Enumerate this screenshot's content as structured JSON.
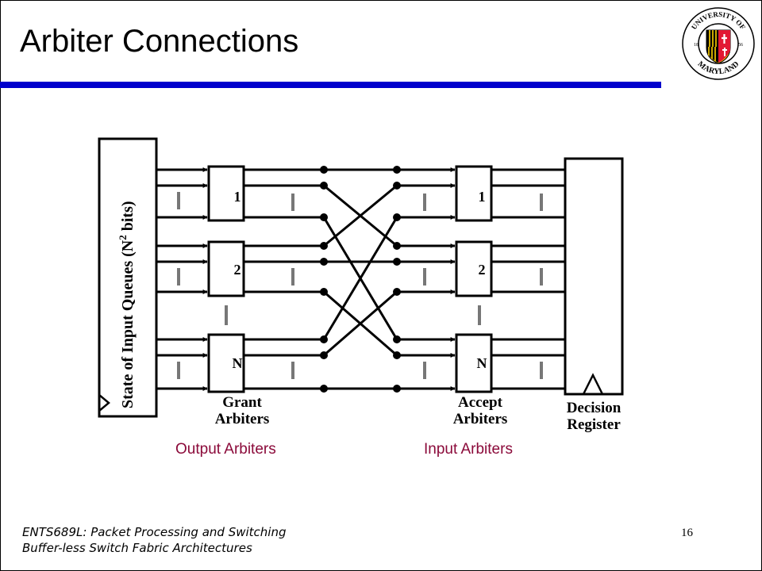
{
  "title": "Arbiter Connections",
  "logo": {
    "icon": "university-of-maryland-seal",
    "top_text": "UNIVERSITY OF",
    "bottom_text": "MARYLAND",
    "year_left": "18",
    "year_right": "56"
  },
  "diagram": {
    "state_label": "State of Input Queues (N",
    "state_superscript": "2",
    "state_label_end": " bits)",
    "grant_labels": [
      "1",
      "2",
      "N"
    ],
    "accept_labels": [
      "1",
      "2",
      "N"
    ],
    "grant_caption": [
      "Grant",
      "Arbiters"
    ],
    "accept_caption": [
      "Accept",
      "Arbiters"
    ],
    "decision_caption": [
      "Decision",
      "Register"
    ]
  },
  "captions": {
    "output": "Output Arbiters",
    "input": "Input Arbiters",
    "color": "#8b0a3a"
  },
  "footer": {
    "line1": "ENTS689L: Packet Processing and Switching",
    "line2": "Buffer-less Switch Fabric Architectures"
  },
  "page_number": "16",
  "accent_color": "#0000cc"
}
